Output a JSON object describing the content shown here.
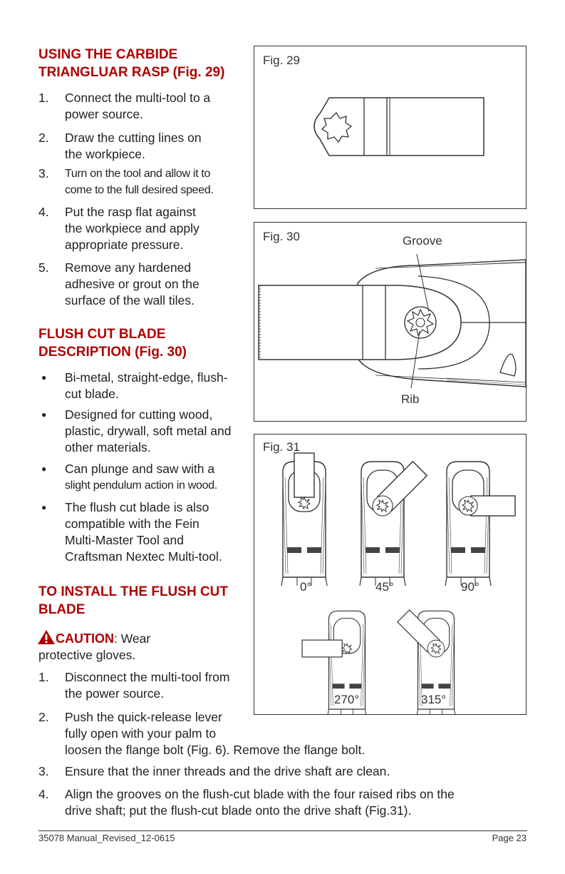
{
  "section1": {
    "title_line1": "USING THE CARBIDE",
    "title_line2": "TRIANGLUAR RASP (Fig. 29)",
    "steps": [
      {
        "num": "1.",
        "lines": [
          "Connect the multi-tool to a",
          "power source."
        ]
      },
      {
        "num": "2.",
        "lines": [
          "Draw the cutting lines on",
          "the workpiece."
        ]
      },
      {
        "num": "3.",
        "lines": [
          "Turn on the tool and allow it to",
          "come to the full desired speed."
        ]
      },
      {
        "num": "4.",
        "lines": [
          "Put the rasp flat against",
          "the workpiece and apply",
          "appropriate pressure."
        ]
      },
      {
        "num": "5.",
        "lines": [
          "Remove any hardened",
          "adhesive or grout on the",
          "surface of the wall tiles."
        ]
      }
    ]
  },
  "section2": {
    "title_line1": "FLUSH CUT BLADE",
    "title_line2": "DESCRIPTION (Fig. 30)",
    "bullets": [
      {
        "lines": [
          "Bi-metal, straight-edge, flush-",
          "cut blade."
        ]
      },
      {
        "lines": [
          "Designed for cutting wood,",
          "plastic, drywall, soft metal and",
          "other materials."
        ]
      },
      {
        "lines": [
          "Can plunge and saw with a",
          "slight pendulum action in wood."
        ]
      },
      {
        "lines": [
          "The flush cut blade is also",
          "compatible with the Fein",
          "Multi-Master Tool and",
          "Craftsman Nextec Multi-tool."
        ]
      }
    ]
  },
  "section3": {
    "title_line1": "TO INSTALL THE FLUSH CUT",
    "title_line2": "BLADE",
    "caution_label": "CAUTION",
    "caution_rest": ": Wear",
    "caution_line2": "protective gloves.",
    "steps": [
      {
        "num": "1.",
        "lines": [
          "Disconnect the multi-tool from",
          "the power source."
        ]
      },
      {
        "num": "2.",
        "lines": [
          "Push the quick-release lever",
          "fully open with your palm to",
          "loosen the flange bolt (Fig. 6). Remove the flange bolt."
        ]
      },
      {
        "num": "3.",
        "lines": [
          "Ensure that the inner threads and the drive shaft are clean."
        ]
      },
      {
        "num": "4.",
        "lines": [
          "Align the grooves on the flush-cut blade with the four raised ribs on the",
          "drive shaft; put the flush-cut blade onto the drive shaft (Fig.31)."
        ]
      }
    ]
  },
  "figures": {
    "fig29": {
      "label": "Fig. 29"
    },
    "fig30": {
      "label": "Fig. 30",
      "groove": "Groove",
      "rib": "Rib"
    },
    "fig31": {
      "label": "Fig. 31",
      "angles": [
        "0°",
        "45°",
        "90°",
        "270°",
        "315°"
      ]
    }
  },
  "footer": {
    "left": "35078 Manual_Revised_12-0615",
    "right": "Page 23"
  },
  "colors": {
    "heading": "#b00000",
    "text": "#222222",
    "border": "#333333",
    "caution_icon": "#b00000"
  },
  "icons": {
    "caution": "warning-triangle-icon"
  }
}
